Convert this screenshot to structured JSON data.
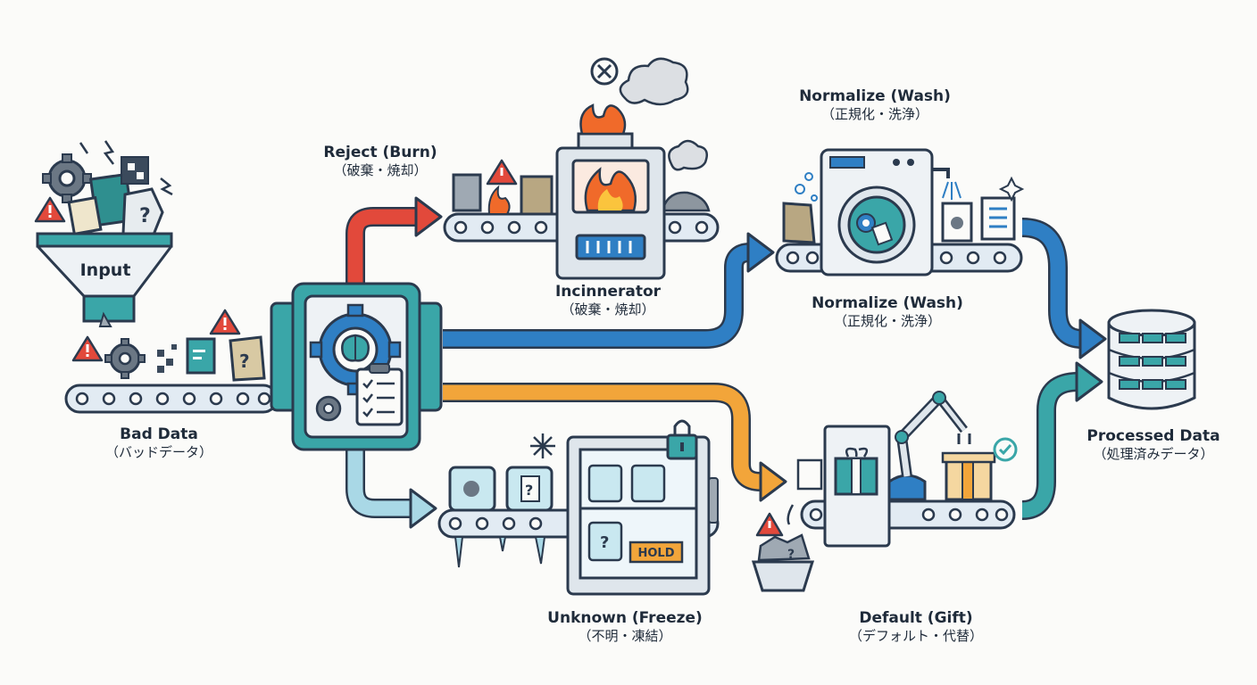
{
  "colors": {
    "outline": "#2b3a4e",
    "teal": "#3aa6a8",
    "blue": "#2f7fc4",
    "red": "#e2493b",
    "orange": "#f2a53a",
    "lightblue": "#a9d8e6",
    "belt": "#e2ebf3",
    "metal": "#dfe6ec"
  },
  "input": {
    "label": "Input"
  },
  "bad_data": {
    "title": "Bad Data",
    "subtitle": "（バッドデータ）"
  },
  "reject": {
    "title": "Reject (Burn)",
    "subtitle": "（破棄・焼却）"
  },
  "incinerator": {
    "title": "Incinnerator",
    "subtitle": "（破棄・焼却）"
  },
  "normalize_top": {
    "title": "Normalize (Wash)",
    "subtitle": "（正規化・洗浄）"
  },
  "normalize_bottom": {
    "title": "Normalize (Wash)",
    "subtitle": "（正規化・洗浄）"
  },
  "processed": {
    "title": "Processed Data",
    "subtitle": "（処理済みデータ）"
  },
  "unknown": {
    "title": "Unknown (Freeze)",
    "subtitle": "（不明・凍結）"
  },
  "default": {
    "title": "Default (Gift)",
    "subtitle": "（デフォルト・代替）"
  },
  "hold_sign": "HOLD",
  "doc_question_mark": "?"
}
